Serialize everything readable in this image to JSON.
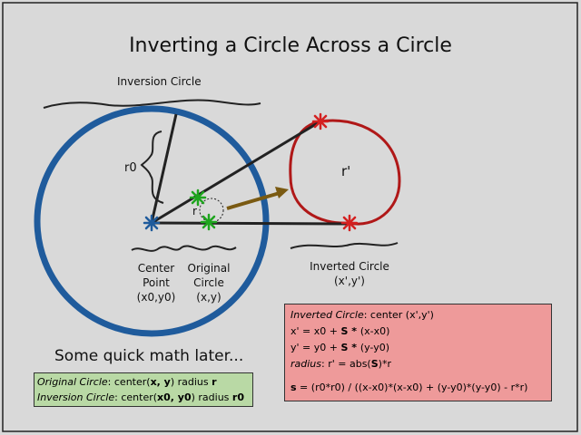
{
  "title": "Inverting a Circle Across a Circle",
  "labels": {
    "inversion_circle": "Inversion Circle",
    "r0": "r0",
    "r": "r",
    "r_prime": "r'"
  },
  "captions": {
    "center_point": [
      "Center",
      "Point",
      "(x0,y0)"
    ],
    "original_circle": [
      "Original",
      "Circle",
      "(x,y)"
    ],
    "inverted_circle": [
      "Inverted Circle",
      "(x',y')"
    ]
  },
  "quick_math": "Some quick math later...",
  "green_box": {
    "line1": {
      "label": "Original Circle",
      "t1": ": center(",
      "x": "x, y",
      "t2": ") radius ",
      "r": "r"
    },
    "line2": {
      "label": "Inversion Circle",
      "t1": ": center(",
      "x": "x0, y0",
      "t2": ") radius ",
      "r": "r0"
    }
  },
  "red_box": {
    "line1": {
      "label": "Inverted Circle",
      "rest": ": center (x',y')"
    },
    "line2": {
      "a": "x' = x0 + ",
      "s": "S",
      "star": " * ",
      "b": "(x-x0)"
    },
    "line3": {
      "a": "y' = y0 + ",
      "s": "S",
      "star": " * ",
      "b": "(y-y0)"
    },
    "line4": {
      "label": "radius",
      "a": ": r' = abs(",
      "s": "S",
      "b": ")*r"
    },
    "line5": {
      "s": "s",
      "rest": " = (r0*r0) / ((x-x0)*(x-x0) + (y-y0)*(y-y0) - r*r)"
    }
  },
  "colors": {
    "background": "#d9d9d9",
    "inversion_circle": "#1f5b9c",
    "inverted_circle": "#b01818",
    "original_circle_markers": "#1ea51e",
    "arrow": "#7a5a12",
    "green_box": "#b9d9a5",
    "red_box": "#ee9a9a"
  }
}
